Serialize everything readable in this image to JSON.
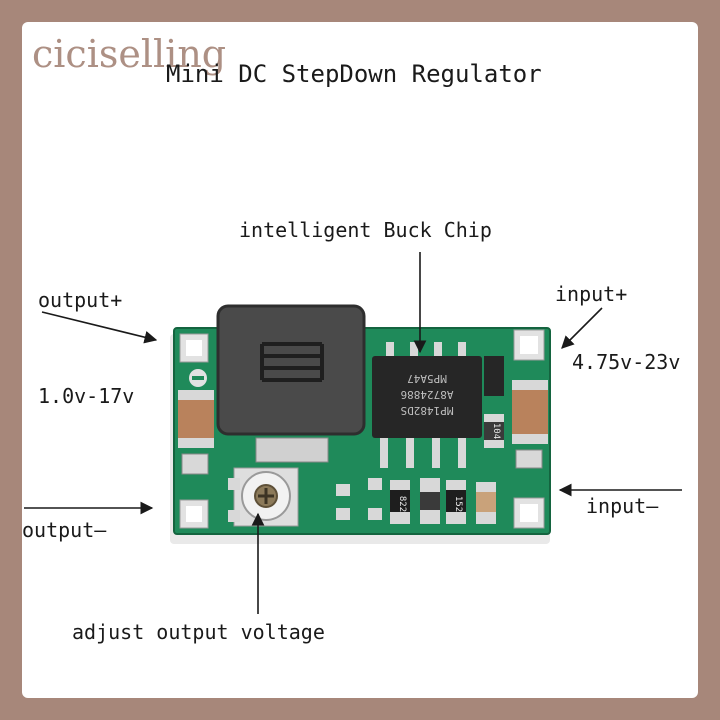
{
  "watermark": "ciciselling",
  "title": "Mini DC StepDown Regulator",
  "labels": {
    "chip": "intelligent Buck Chip",
    "output_plus": "output+",
    "output_range": "1.0v-17v",
    "input_plus": "input+",
    "input_range": "4.75v-23v",
    "output_minus": "output—",
    "input_minus": "input—",
    "adjust": "adjust output voltage"
  },
  "chip_markings": {
    "line1": "MP1482DS",
    "line2": "A8724886",
    "line3": "MP5A47"
  },
  "component_markings": {
    "resistor_a": "822",
    "resistor_b": "152",
    "capacitor": "104"
  },
  "colors": {
    "pcb": "#1f8a5a",
    "inductor": "#4a4a4a",
    "pad": "#d8d8d8",
    "capacitor": "#b9825c"
  }
}
